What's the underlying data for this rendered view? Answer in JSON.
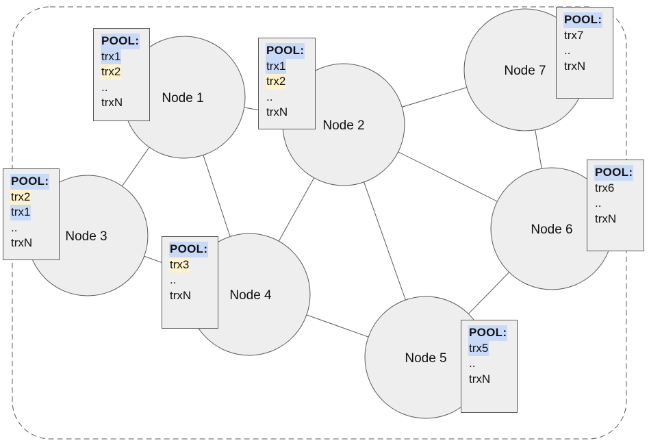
{
  "colors": {
    "node_fill": "#eeeeee",
    "stroke": "#595959",
    "highlight_blue": "#c9daf8",
    "highlight_yellow": "#fff2cc"
  },
  "nodes": [
    {
      "id": "n1",
      "label": "Node 1"
    },
    {
      "id": "n2",
      "label": "Node 2"
    },
    {
      "id": "n3",
      "label": "Node 3"
    },
    {
      "id": "n4",
      "label": "Node 4"
    },
    {
      "id": "n5",
      "label": "Node 5"
    },
    {
      "id": "n6",
      "label": "Node 6"
    },
    {
      "id": "n7",
      "label": "Node 7"
    }
  ],
  "edges": [
    [
      "n1",
      "n2"
    ],
    [
      "n1",
      "n3"
    ],
    [
      "n1",
      "n4"
    ],
    [
      "n3",
      "n4"
    ],
    [
      "n2",
      "n4"
    ],
    [
      "n2",
      "n5"
    ],
    [
      "n2",
      "n6"
    ],
    [
      "n2",
      "n7"
    ],
    [
      "n4",
      "n5"
    ],
    [
      "n5",
      "n6"
    ],
    [
      "n6",
      "n7"
    ]
  ],
  "pools": [
    {
      "node": "n1",
      "title": "POOL:",
      "entries": [
        {
          "text": "trx1",
          "highlight": "blue"
        },
        {
          "text": "trx2",
          "highlight": "yellow"
        },
        {
          "text": "..",
          "highlight": "none"
        },
        {
          "text": "trxN",
          "highlight": "none"
        }
      ]
    },
    {
      "node": "n2",
      "title": "POOL:",
      "entries": [
        {
          "text": "trx1",
          "highlight": "blue"
        },
        {
          "text": "trx2",
          "highlight": "yellow"
        },
        {
          "text": "..",
          "highlight": "none"
        },
        {
          "text": "trxN",
          "highlight": "none"
        }
      ]
    },
    {
      "node": "n3",
      "title": "POOL:",
      "entries": [
        {
          "text": "trx2",
          "highlight": "yellow"
        },
        {
          "text": "trx1",
          "highlight": "blue"
        },
        {
          "text": "..",
          "highlight": "none"
        },
        {
          "text": "trxN",
          "highlight": "none"
        }
      ]
    },
    {
      "node": "n4",
      "title": "POOL:",
      "entries": [
        {
          "text": "trx3",
          "highlight": "yellow"
        },
        {
          "text": "..",
          "highlight": "none"
        },
        {
          "text": "trxN",
          "highlight": "none"
        }
      ]
    },
    {
      "node": "n5",
      "title": "POOL:",
      "entries": [
        {
          "text": "trx5",
          "highlight": "blue"
        },
        {
          "text": "..",
          "highlight": "none"
        },
        {
          "text": "trxN",
          "highlight": "none"
        }
      ]
    },
    {
      "node": "n6",
      "title": "POOL:",
      "entries": [
        {
          "text": "trx6",
          "highlight": "none"
        },
        {
          "text": "..",
          "highlight": "none"
        },
        {
          "text": "trxN",
          "highlight": "none"
        }
      ]
    },
    {
      "node": "n7",
      "title": "POOL:",
      "entries": [
        {
          "text": "trx7",
          "highlight": "none"
        },
        {
          "text": "..",
          "highlight": "none"
        },
        {
          "text": "trxN",
          "highlight": "none"
        }
      ]
    }
  ]
}
